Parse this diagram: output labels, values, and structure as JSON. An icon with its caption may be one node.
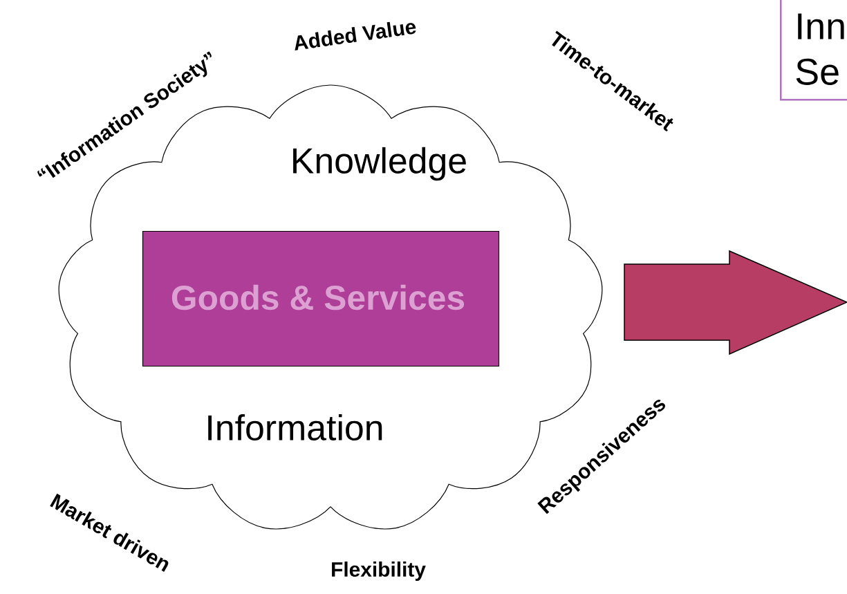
{
  "diagram": {
    "nodes": [
      {
        "text": [
          "Knowledge",
          "Information"
        ]
      },
      {
        "text": [
          "Goods & Services"
        ],
        "in": 0
      },
      {
        "text": [],
        "shape": "arrow"
      },
      {
        "text": [
          "Inn Se"
        ]
      }
    ],
    "labels": [
      "“Information Society”",
      "Added Value",
      "Time-to-market",
      "Responsiveness",
      "Market driven",
      "Flexibility"
    ]
  }
}
